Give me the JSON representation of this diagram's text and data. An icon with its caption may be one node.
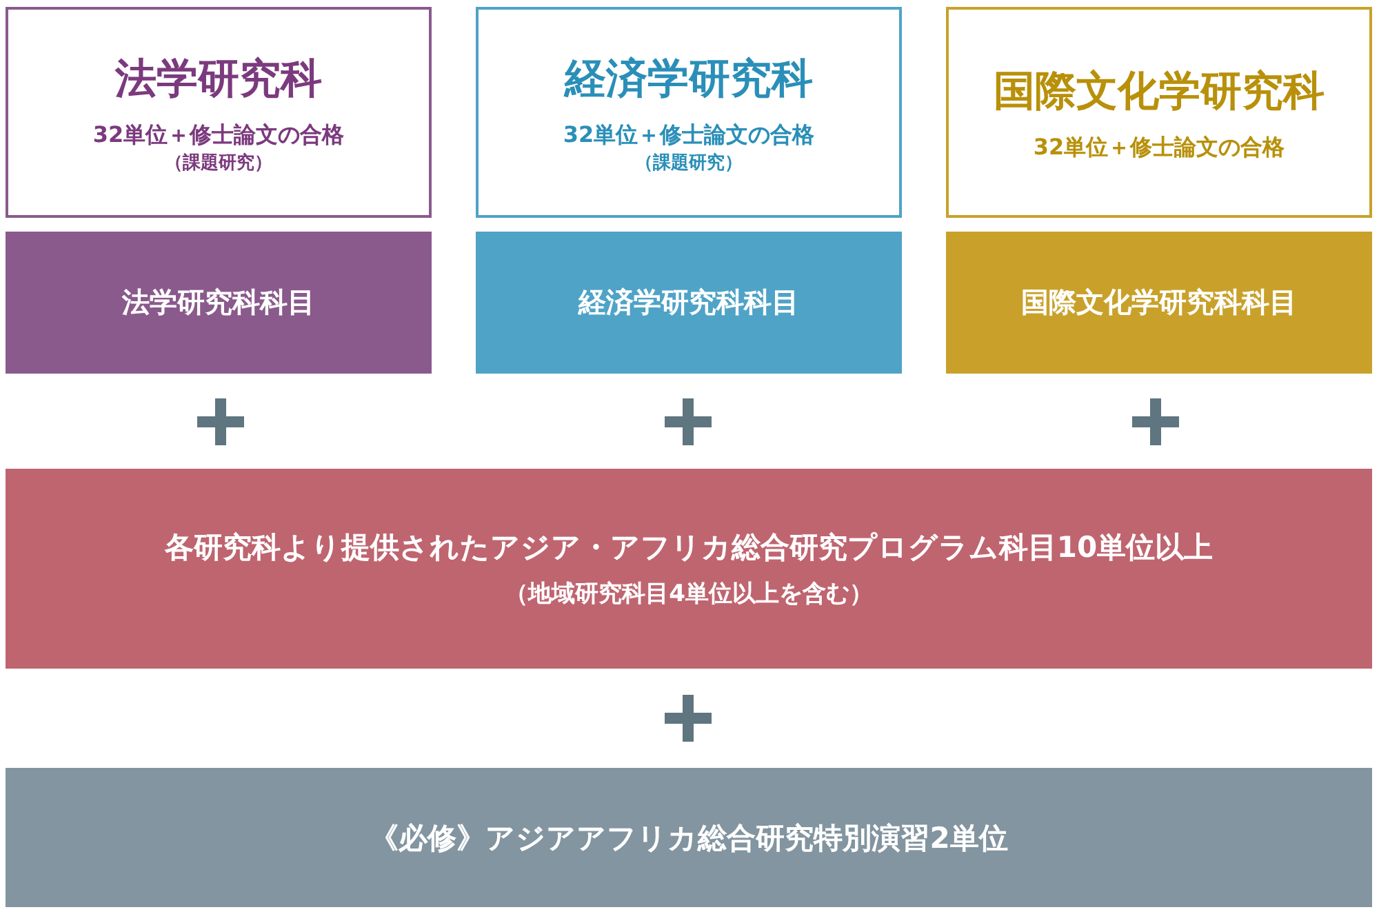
{
  "diagram": {
    "nodes": [
      {
        "text": [
          "法学研究科",
          "32単位＋修士論文の合格",
          "（課題研究）"
        ]
      },
      {
        "text": [
          "経済学研究科",
          "32単位＋修士論文の合格",
          "（課題研究）"
        ]
      },
      {
        "text": [
          "国際文化学研究科",
          "32単位＋修士論文の合格"
        ]
      },
      {
        "text": [
          "法学研究科科目"
        ]
      },
      {
        "text": [
          "経済学研究科科目"
        ]
      },
      {
        "text": [
          "国際文化学研究科科目"
        ]
      },
      {
        "text": [
          "各研究科より提供されたアジア・アフリカ総合研究プログラム科目10単位以上",
          "（地域研究科目4単位以上を含む）"
        ]
      },
      {
        "text": [
          "《必修》アジアアフリカ総合研究特別演習2単位"
        ]
      }
    ]
  }
}
